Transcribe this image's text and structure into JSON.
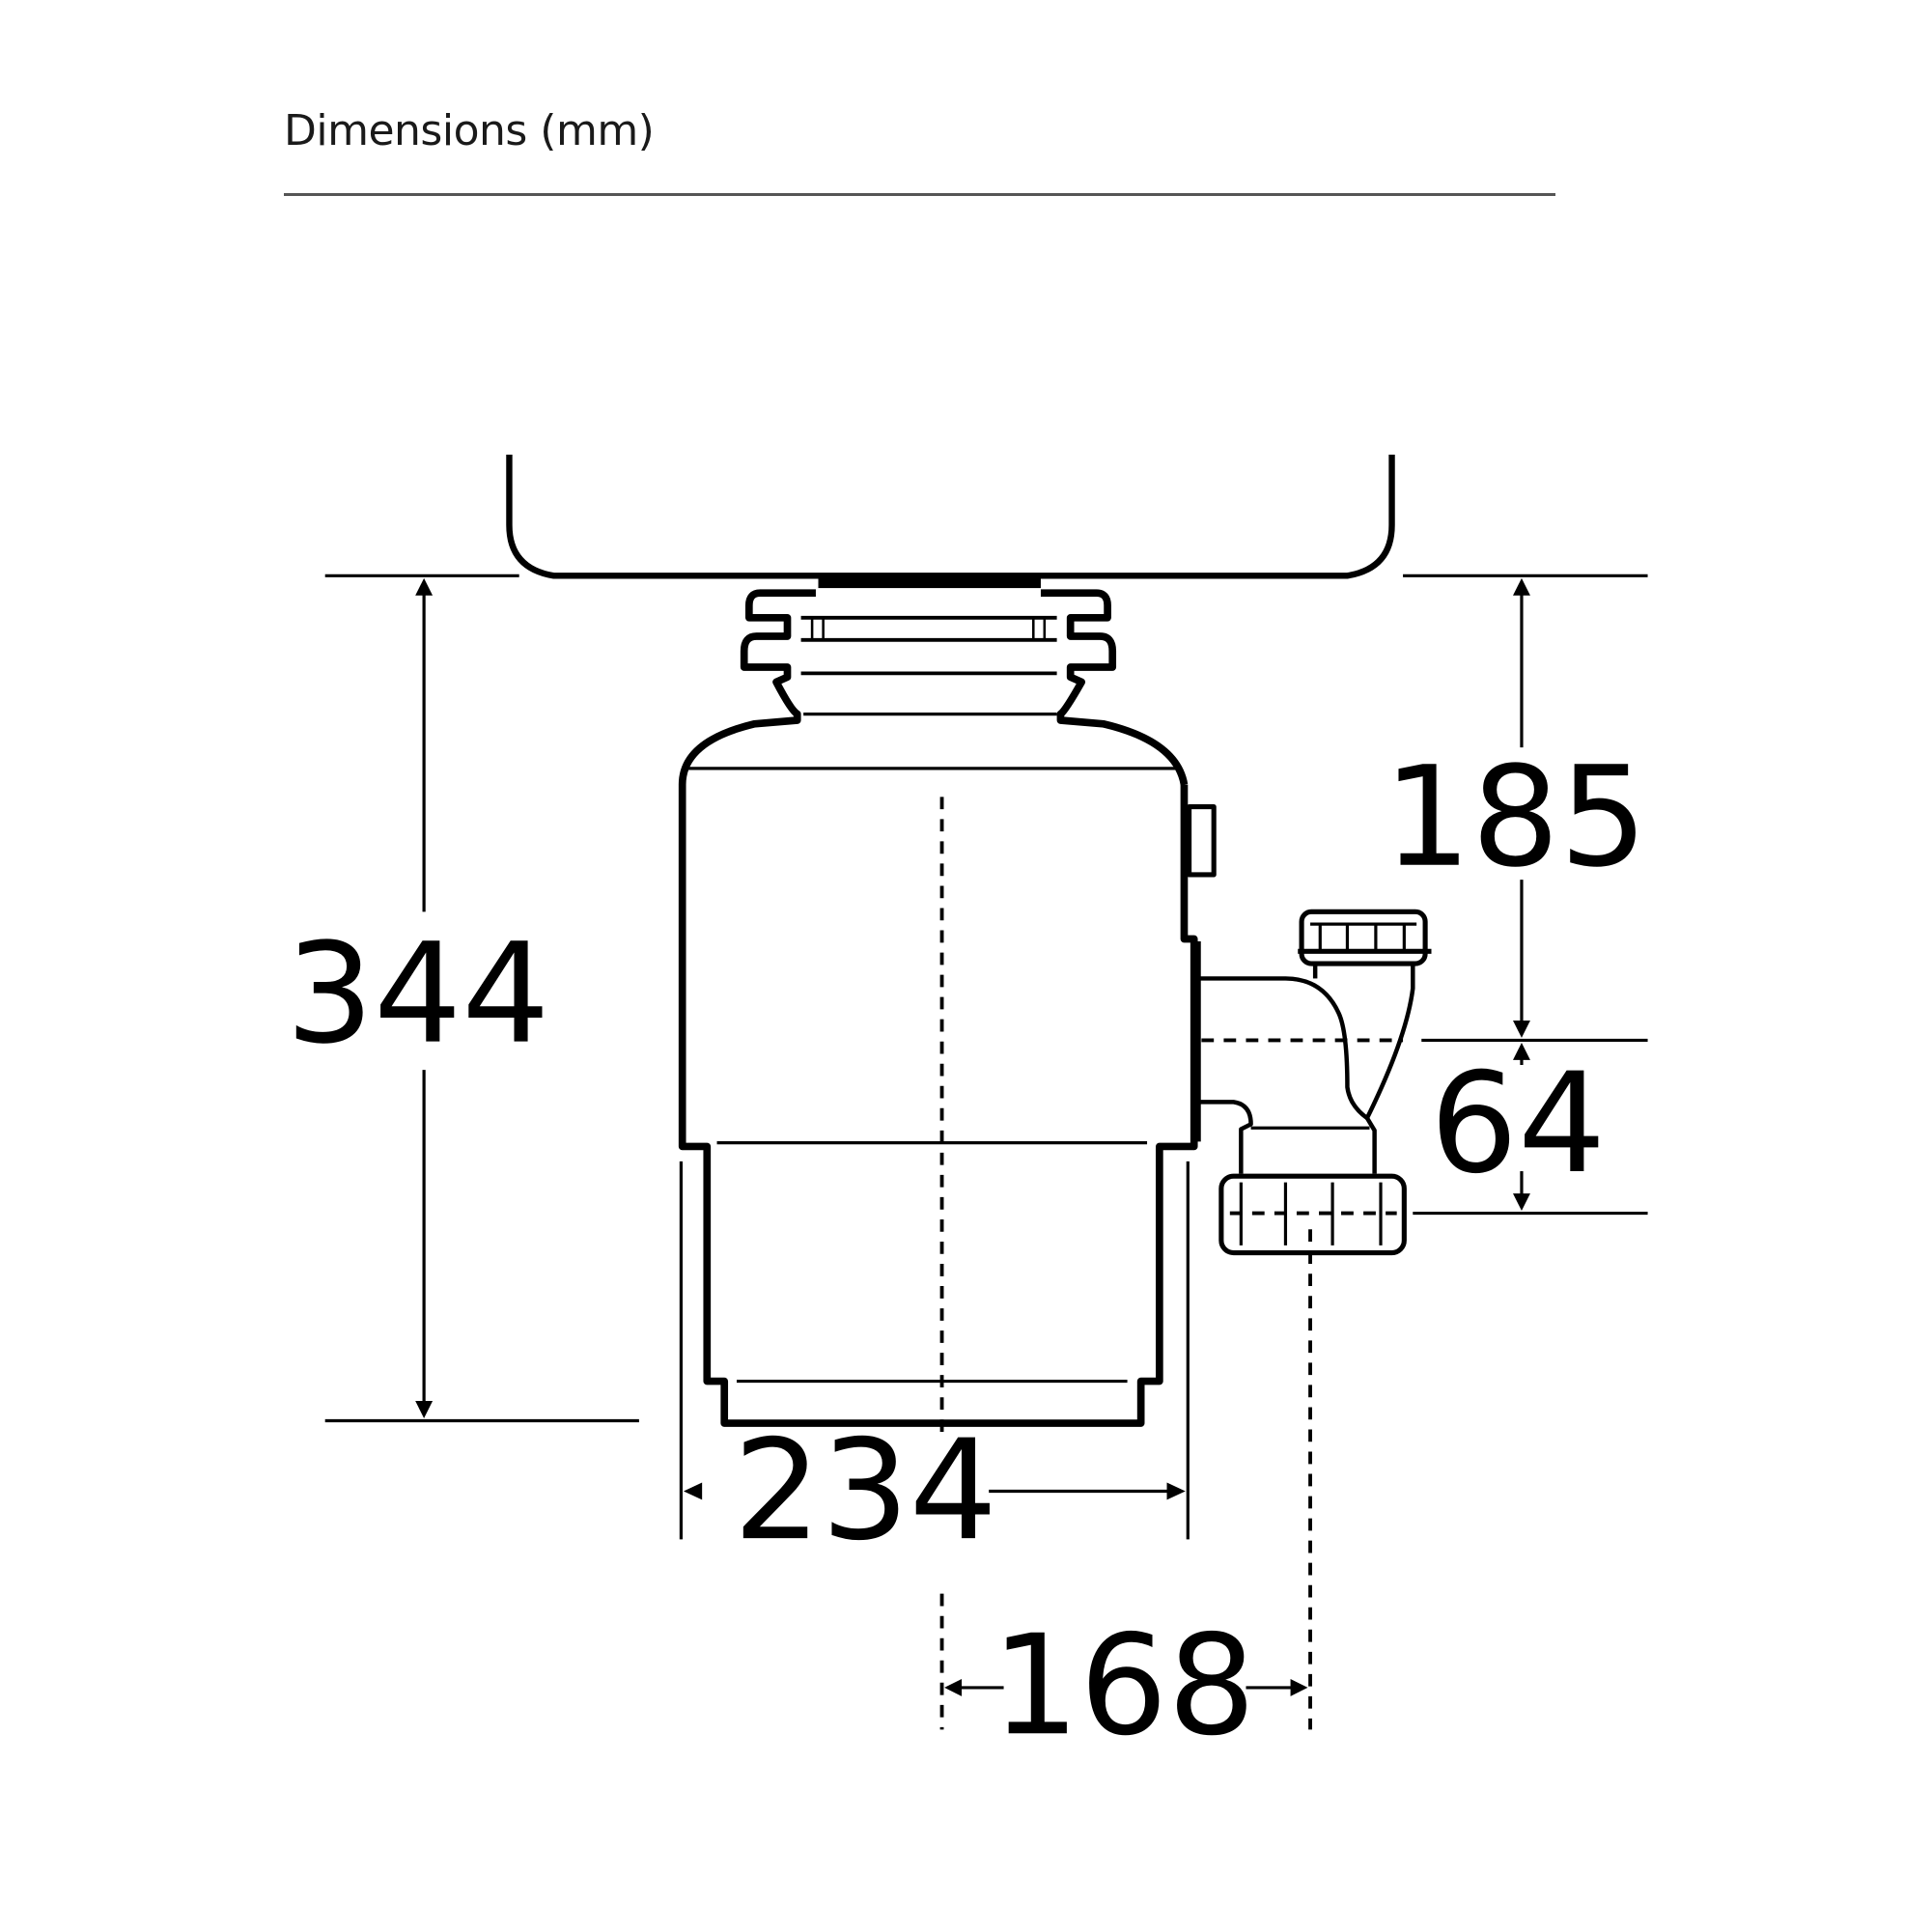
{
  "header": {
    "title": "Dimensions (mm)"
  },
  "diagram": {
    "subject": "food waste disposer mounted under sink with side outlet trap",
    "dimensions": {
      "overall_height": "344",
      "sink_to_outlet_center": "185",
      "outlet_to_trap_center": "64",
      "body_width": "234",
      "center_to_trap_offset": "168"
    },
    "line_color": "#000000",
    "rule_color": "#555555"
  }
}
